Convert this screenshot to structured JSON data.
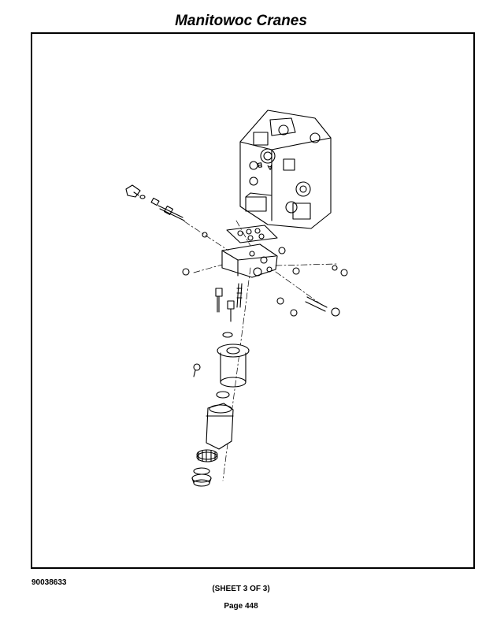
{
  "header": {
    "title": "Manitowoc Cranes"
  },
  "footer": {
    "drawing_number": "90038633",
    "sheet_label": "(SHEET 3 OF 3)",
    "page_label": "Page 448"
  },
  "diagram": {
    "type": "exploded-view parts illustration",
    "valve_block_markings": [
      "A",
      "B"
    ]
  }
}
